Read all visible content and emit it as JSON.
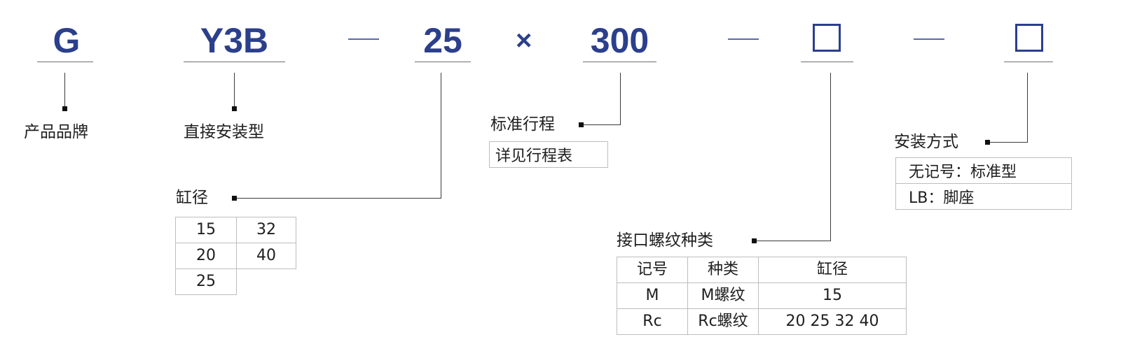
{
  "code": {
    "brand": "G",
    "series": "Y3B",
    "bore": "25",
    "times": "×",
    "stroke": "300",
    "port_box": "□",
    "mount_box": "□"
  },
  "labels": {
    "brand": "产品品牌",
    "series": "直接安装型",
    "bore": "缸径",
    "stroke": "标准行程",
    "stroke_note": "详见行程表",
    "mount": "安装方式",
    "port": "接口螺纹种类"
  },
  "bore_table": [
    [
      "15",
      "32"
    ],
    [
      "20",
      "40"
    ],
    [
      "25",
      ""
    ]
  ],
  "mount_options": [
    "无记号：标准型",
    "LB：脚座"
  ],
  "port_table": {
    "headers": [
      "记号",
      "种类",
      "缸径"
    ],
    "rows": [
      [
        "M",
        "M螺纹",
        "15"
      ],
      [
        "Rc",
        "Rc螺纹",
        "20 25 32 40"
      ]
    ]
  },
  "colors": {
    "accent": "#2b3f8c"
  }
}
